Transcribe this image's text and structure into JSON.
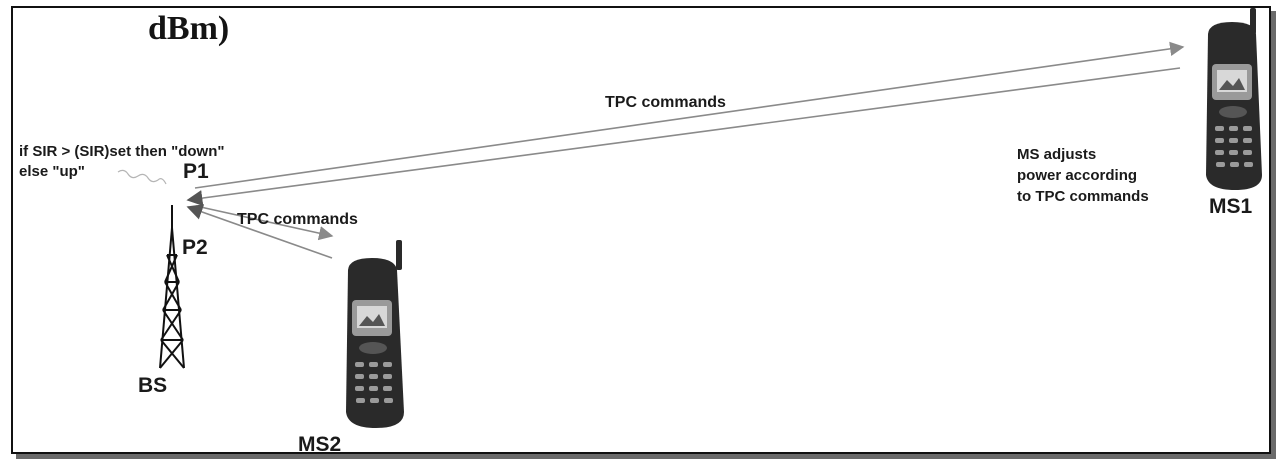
{
  "heading": "dBm)",
  "base_station": {
    "rule_line1": "if SIR > (SIR)set then \"down\"",
    "rule_line2": "else \"up\"",
    "label": "BS",
    "port1": "P1",
    "port2": "P2"
  },
  "links": {
    "tpc_top": "TPC commands",
    "tpc_mid": "TPC commands"
  },
  "mobiles": {
    "ms1_label": "MS1",
    "ms2_label": "MS2",
    "ms1_note_line1": "MS adjusts",
    "ms1_note_line2": "power according",
    "ms1_note_line3": "to TPC commands"
  },
  "colors": {
    "arrow": "#8a8a8a",
    "text": "#1a1a1a",
    "phone_body": "#2a2a2a",
    "frame_shadow": "#6a6a6a"
  }
}
